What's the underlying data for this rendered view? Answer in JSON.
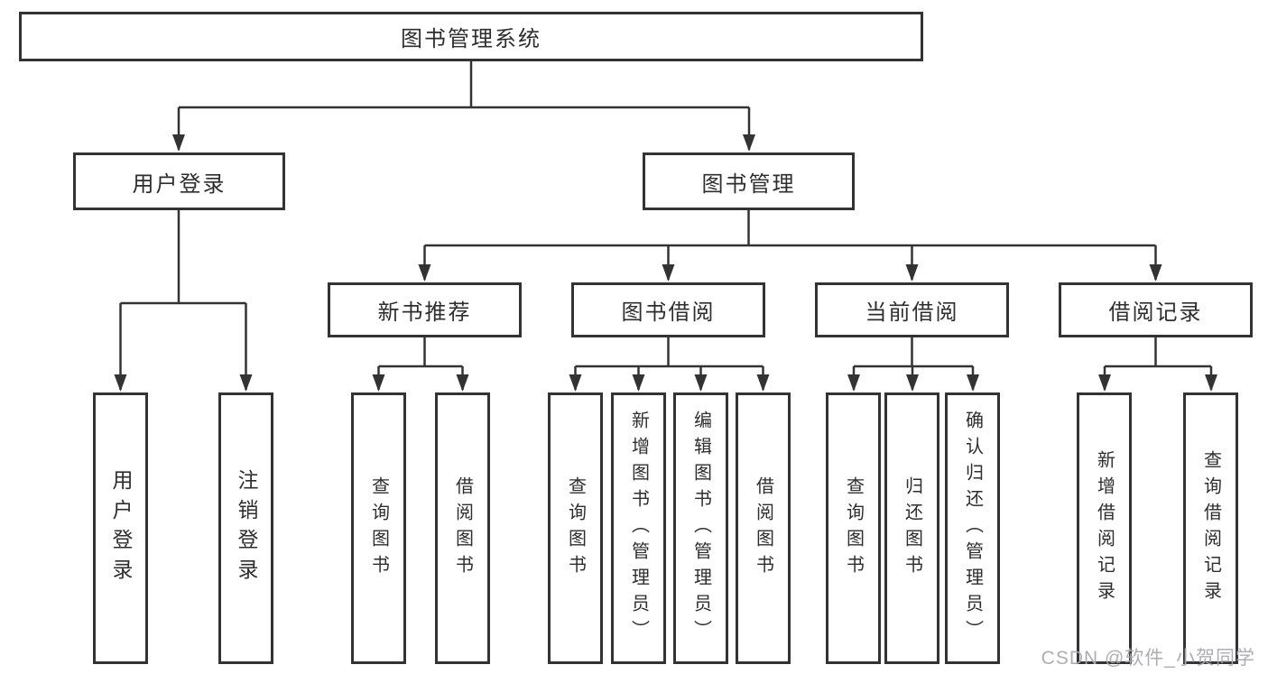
{
  "diagram": {
    "type": "hierarchy-tree",
    "nodes": {
      "root": "图书管理系统",
      "user_login": "用户登录",
      "book_mgmt": "图书管理",
      "new_book_rec": "新书推荐",
      "book_borrow": "图书借阅",
      "current_borrow": "当前借阅",
      "borrow_record": "借阅记录",
      "leaf_user_login": "用户登录",
      "leaf_logout": "注销登录",
      "leaf_query_book_a": "查询图书",
      "leaf_borrow_book_a": "借阅图书",
      "leaf_query_book_b": "查询图书",
      "leaf_add_book": "新增图书（管理员）",
      "leaf_edit_book": "编辑图书（管理员）",
      "leaf_borrow_book_b": "借阅图书",
      "leaf_query_book_c": "查询图书",
      "leaf_return_book": "归还图书",
      "leaf_confirm_return": "确认归还（管理员）",
      "leaf_add_record": "新增借阅记录",
      "leaf_query_record": "查询借阅记录"
    },
    "edges": [
      [
        "root",
        "user_login"
      ],
      [
        "root",
        "book_mgmt"
      ],
      [
        "user_login",
        "leaf_user_login"
      ],
      [
        "user_login",
        "leaf_logout"
      ],
      [
        "book_mgmt",
        "new_book_rec"
      ],
      [
        "book_mgmt",
        "book_borrow"
      ],
      [
        "book_mgmt",
        "current_borrow"
      ],
      [
        "book_mgmt",
        "borrow_record"
      ],
      [
        "new_book_rec",
        "leaf_query_book_a"
      ],
      [
        "new_book_rec",
        "leaf_borrow_book_a"
      ],
      [
        "book_borrow",
        "leaf_query_book_b"
      ],
      [
        "book_borrow",
        "leaf_add_book"
      ],
      [
        "book_borrow",
        "leaf_edit_book"
      ],
      [
        "book_borrow",
        "leaf_borrow_book_b"
      ],
      [
        "current_borrow",
        "leaf_query_book_c"
      ],
      [
        "current_borrow",
        "leaf_return_book"
      ],
      [
        "current_borrow",
        "leaf_confirm_return"
      ],
      [
        "borrow_record",
        "leaf_add_record"
      ],
      [
        "borrow_record",
        "leaf_query_record"
      ]
    ],
    "colors": {
      "line": "#333333",
      "box_border": "#333333",
      "text": "#2e2e2e",
      "background": "#ffffff",
      "watermark": "#a8aaae"
    }
  },
  "watermark": "CSDN @软件_小贺同学"
}
